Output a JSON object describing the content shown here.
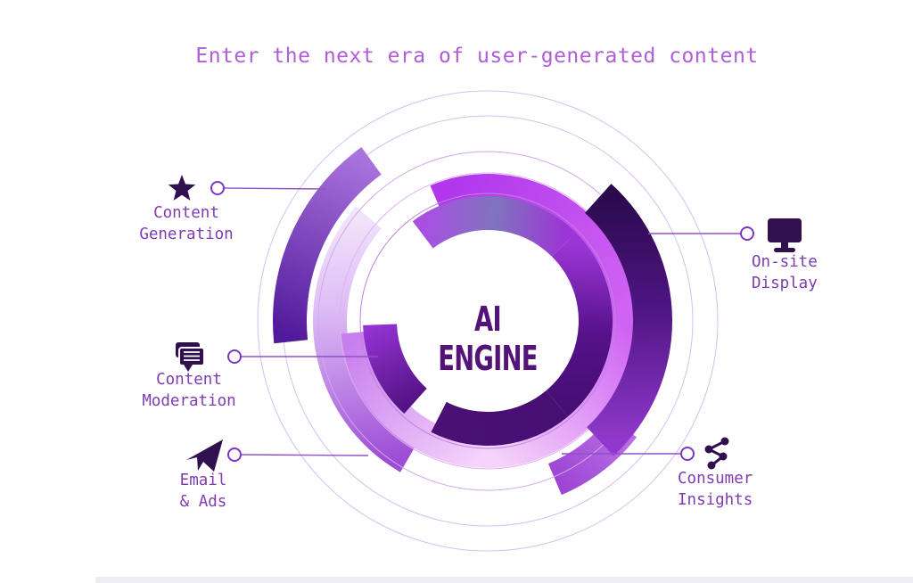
{
  "title": "Enter the next era of user-generated content",
  "center_label": "AI ENGINE",
  "nodes": [
    {
      "id": "content-generation",
      "label": "Content\nGeneration",
      "icon": "star-icon",
      "side": "left"
    },
    {
      "id": "content-moderation",
      "label": "Content\nModeration",
      "icon": "chat-bubbles-icon",
      "side": "left"
    },
    {
      "id": "email-ads",
      "label": "Email\n& Ads",
      "icon": "paper-plane-icon",
      "side": "left"
    },
    {
      "id": "onsite-display",
      "label": "On-site\nDisplay",
      "icon": "monitor-icon",
      "side": "right"
    },
    {
      "id": "consumer-insights",
      "label": "Consumer\nInsights",
      "icon": "share-network-icon",
      "side": "right"
    }
  ],
  "colors": {
    "title_text": "#ae5ed6",
    "label_text": "#7e3cb2",
    "center_text": "#541379",
    "icon_dark": "#31104f",
    "ring_magenta": "#b136ec",
    "ring_pale_pink": "#f4d4fb",
    "arc_dark_purple": "#2c0a4e",
    "arc_indigo": "#50189a",
    "thin_circle": "#d9bdf0",
    "connector": "#9050c8"
  }
}
